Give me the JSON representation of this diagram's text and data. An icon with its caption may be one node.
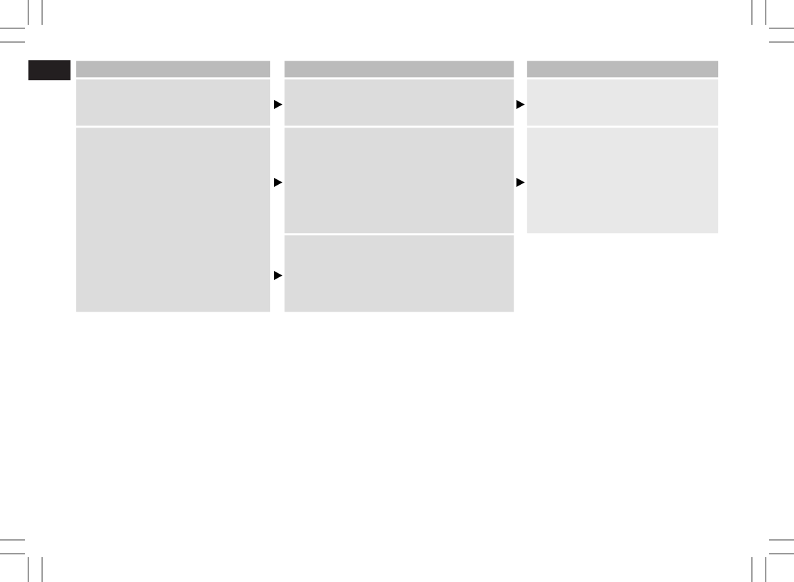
{
  "diagram": {
    "nodes": [
      {
        "text": [],
        "shape": "box"
      },
      {
        "text": [],
        "shape": "box"
      },
      {
        "text": [],
        "shape": "box"
      },
      {
        "text": [],
        "shape": "box"
      },
      {
        "text": [],
        "shape": "box"
      },
      {
        "text": [],
        "shape": "box"
      },
      {
        "text": [],
        "shape": "box"
      },
      {
        "text": [],
        "shape": "box"
      },
      {
        "text": [],
        "shape": "box"
      },
      {
        "text": [],
        "shape": "box"
      },
      {
        "text": [],
        "shape": "box"
      }
    ],
    "edges": [
      {
        "from": 4,
        "to": 5,
        "arrow": "to"
      },
      {
        "from": 5,
        "to": 6,
        "arrow": "to"
      },
      {
        "from": 7,
        "to": 8,
        "arrow": "to"
      },
      {
        "from": 8,
        "to": 9,
        "arrow": "to"
      },
      {
        "from": 7,
        "to": 10,
        "arrow": "to"
      }
    ]
  }
}
